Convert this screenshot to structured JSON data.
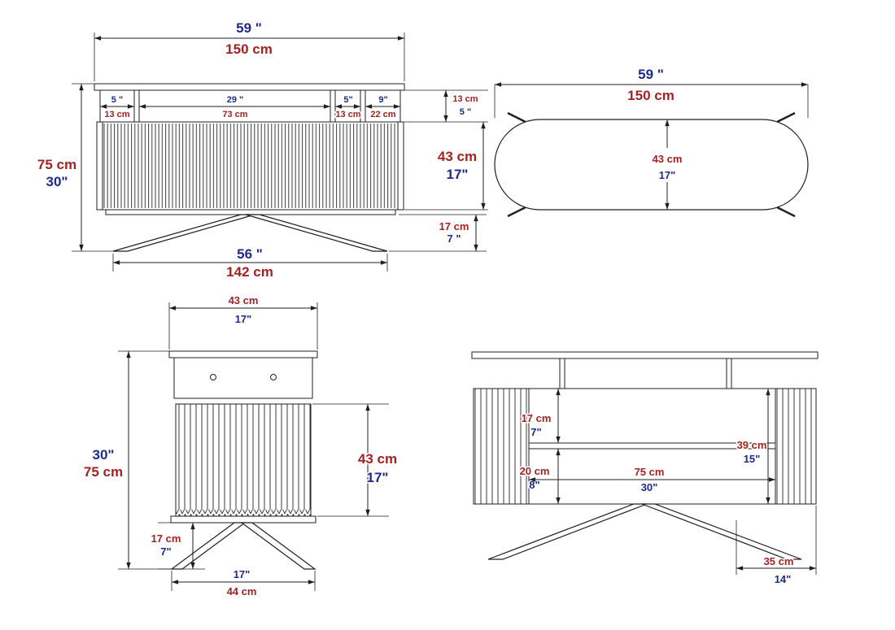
{
  "colors": {
    "inches": "#1e2a8a",
    "centimeters": "#a32222",
    "line": "#1f1f1f"
  },
  "front_view": {
    "overall_width": {
      "in": "59 \"",
      "cm": "150 cm"
    },
    "shelf_segments": [
      {
        "in": "5 \"",
        "cm": "13 cm"
      },
      {
        "in": "29 \"",
        "cm": "73 cm"
      },
      {
        "in": "5\"",
        "cm": "13 cm"
      },
      {
        "in": "9\"",
        "cm": "22 cm"
      }
    ],
    "shelf_gap": {
      "cm": "13 cm",
      "in": "5 \""
    },
    "overall_height": {
      "cm": "75 cm",
      "in": "30\""
    },
    "body_height": {
      "cm": "43 cm",
      "in": "17\""
    },
    "leg_height": {
      "cm": "17 cm",
      "in": "7 \""
    },
    "base_width": {
      "in": "56 \"",
      "cm": "142 cm"
    }
  },
  "top_view": {
    "overall_width": {
      "in": "59 \"",
      "cm": "150 cm"
    },
    "depth": {
      "cm": "43 cm",
      "in": "17\""
    }
  },
  "side_view": {
    "top_depth": {
      "cm": "43 cm",
      "in": "17\""
    },
    "overall_height": {
      "in": "30\"",
      "cm": "75 cm"
    },
    "body_height": {
      "cm": "43 cm",
      "in": "17\""
    },
    "leg_height": {
      "cm": "17 cm",
      "in": "7\""
    },
    "base_depth": {
      "in": "17\"",
      "cm": "44 cm"
    }
  },
  "section_view": {
    "upper_opening": {
      "cm": "17 cm",
      "in": "7\""
    },
    "lower_opening": {
      "cm": "20 cm",
      "in": "8\""
    },
    "inner_width": {
      "cm": "75 cm",
      "in": "30\""
    },
    "cabinet_height": {
      "cm": "39 cm",
      "in": "15\""
    },
    "side_depth": {
      "cm": "35 cm",
      "in": "14\""
    }
  }
}
